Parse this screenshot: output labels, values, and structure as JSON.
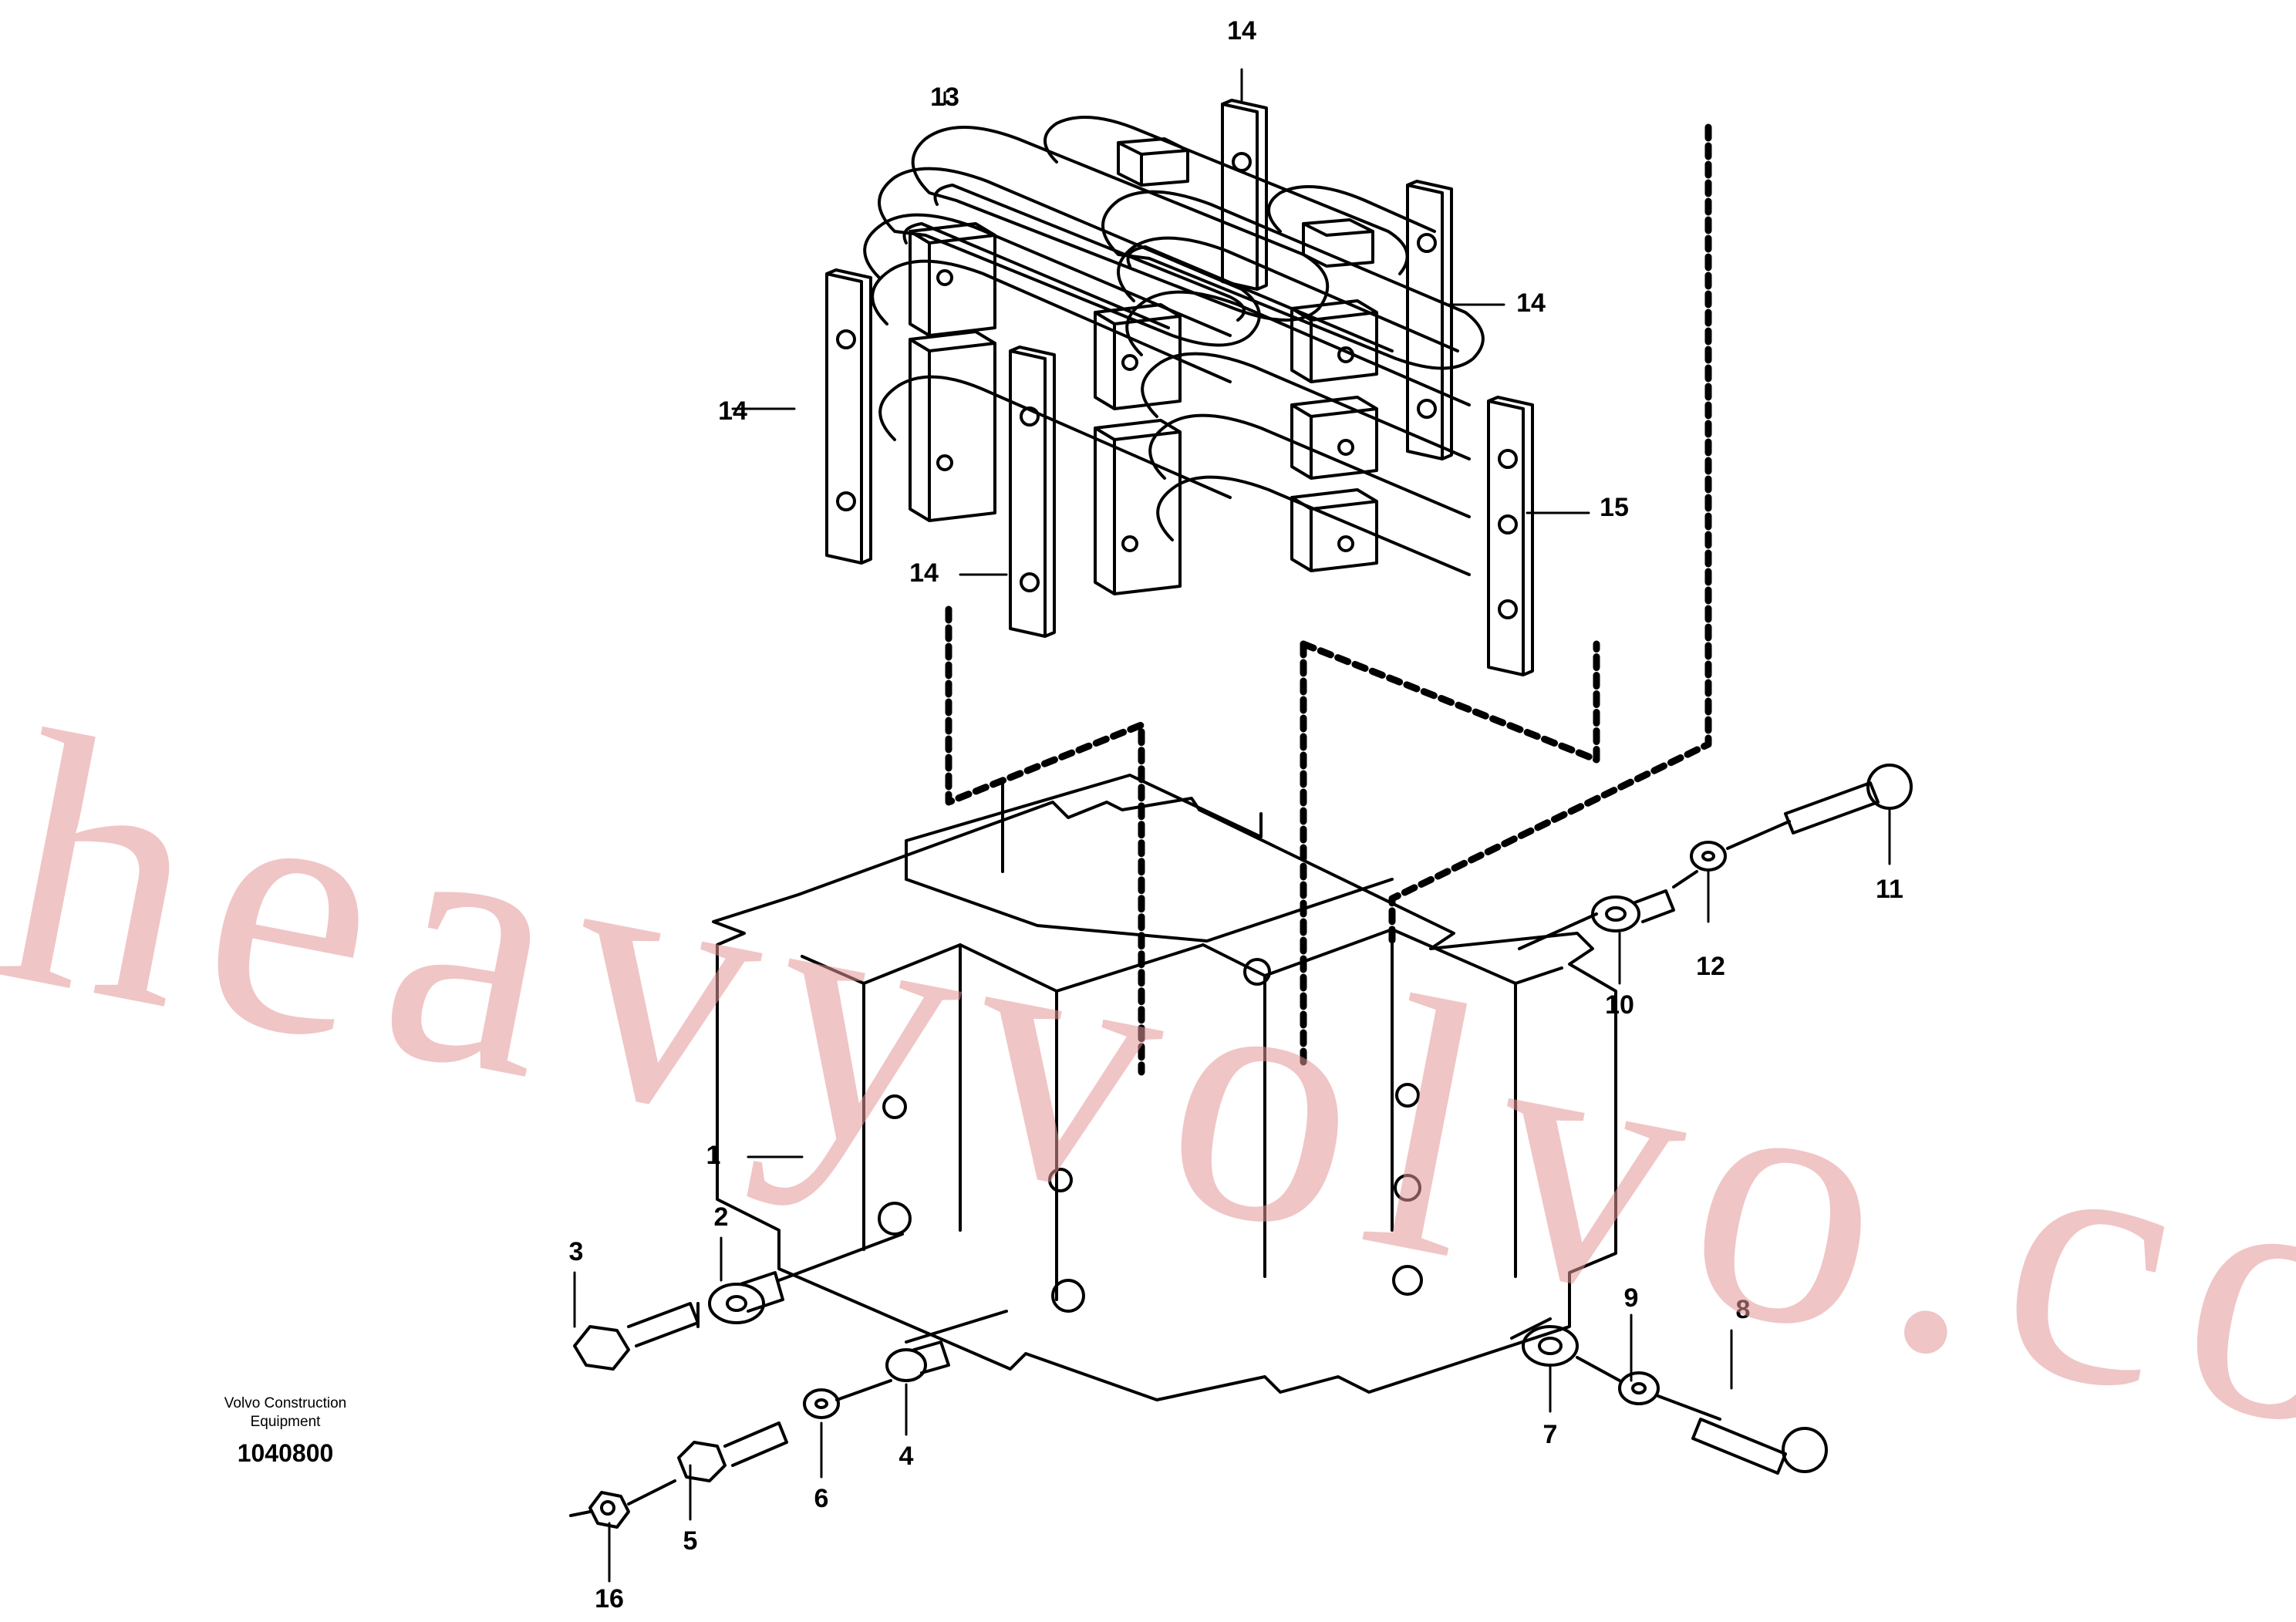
{
  "labels": {
    "l1": "1",
    "l2": "2",
    "l3": "3",
    "l4": "4",
    "l5": "5",
    "l6": "6",
    "l7": "7",
    "l8": "8",
    "l9": "9",
    "l10": "10",
    "l11": "11",
    "l12": "12",
    "l13": "13",
    "l14a": "14",
    "l14b": "14",
    "l14c": "14",
    "l14d": "14",
    "l15": "15",
    "l16": "16"
  },
  "caption": {
    "line1": "Volvo Construction",
    "line2": "Equipment",
    "code": "1040800"
  },
  "watermark": "heavyvolvo.com",
  "colors": {
    "line": "#000000",
    "background": "#ffffff",
    "watermark": "#e49696"
  }
}
